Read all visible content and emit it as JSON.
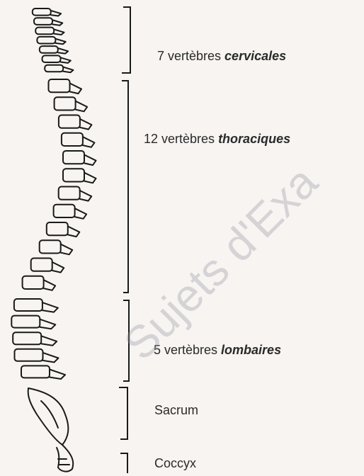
{
  "labels": {
    "cervical": {
      "prefix": "7 vertèbres ",
      "emph": "cervicales"
    },
    "thoracic": {
      "prefix": "12 vertèbres ",
      "emph": "thoraciques"
    },
    "lumbar": {
      "prefix": "5 vertèbres ",
      "emph": "lombaires"
    },
    "sacrum": "Sacrum",
    "coccyx": "Coccyx"
  },
  "watermark": "Sujets d'Exa",
  "colors": {
    "ink": "#1a1a1a",
    "background": "#f7f4f1"
  }
}
